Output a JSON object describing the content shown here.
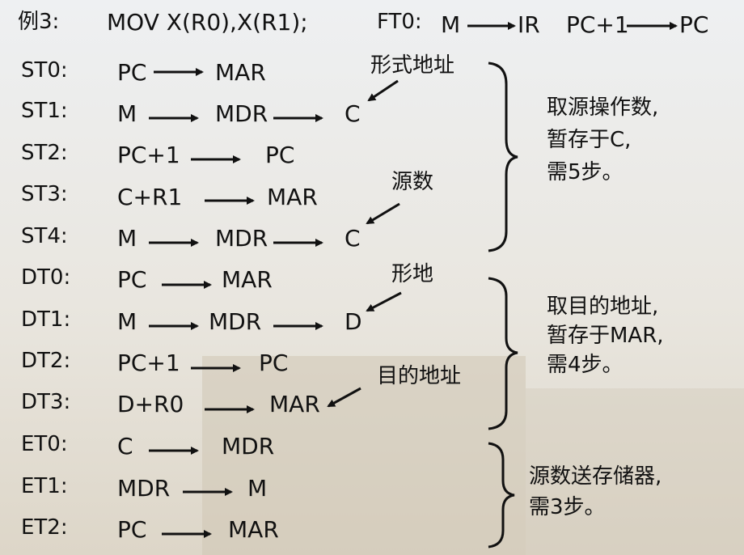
{
  "header": {
    "example": "例3:",
    "instruction": "MOV X(R0),X(R1);",
    "fetch_label": "FT0:",
    "fetch_src": "M",
    "fetch_dst": "IR",
    "fetch_src2": "PC+1",
    "fetch_dst2": "PC"
  },
  "source_steps": [
    {
      "label": "ST0:",
      "a": "PC",
      "b": "MAR",
      "c": ""
    },
    {
      "label": "ST1:",
      "a": "M",
      "b": "MDR",
      "c": "C"
    },
    {
      "label": "ST2:",
      "a": "PC+1",
      "b": "PC",
      "c": ""
    },
    {
      "label": "ST3:",
      "a": "C+R1",
      "b": "MAR",
      "c": ""
    },
    {
      "label": "ST4:",
      "a": "M",
      "b": "MDR",
      "c": "C"
    }
  ],
  "dest_steps": [
    {
      "label": "DT0:",
      "a": "PC",
      "b": "MAR",
      "c": ""
    },
    {
      "label": "DT1:",
      "a": "M",
      "b": "MDR",
      "c": "D"
    },
    {
      "label": "DT2:",
      "a": "PC+1",
      "b": "PC",
      "c": ""
    },
    {
      "label": "DT3:",
      "a": "D+R0",
      "b": "MAR",
      "c": ""
    }
  ],
  "exec_steps": [
    {
      "label": "ET0:",
      "a": "C",
      "b": "MDR",
      "c": ""
    },
    {
      "label": "ET1:",
      "a": "MDR",
      "b": "M",
      "c": ""
    },
    {
      "label": "ET2:",
      "a": "PC",
      "b": "MAR",
      "c": ""
    }
  ],
  "annotations": {
    "form_addr": "形式地址",
    "source_num": "源数",
    "form_dest": "形地",
    "dest_addr": "目的地址"
  },
  "summaries": {
    "source": [
      "取源操作数,",
      "暂存于C,",
      "需5步。"
    ],
    "dest": [
      "取目的地址,",
      "暂存于MAR,",
      "需4步。"
    ],
    "exec": [
      "源数送存储器,",
      "需3步。"
    ]
  }
}
